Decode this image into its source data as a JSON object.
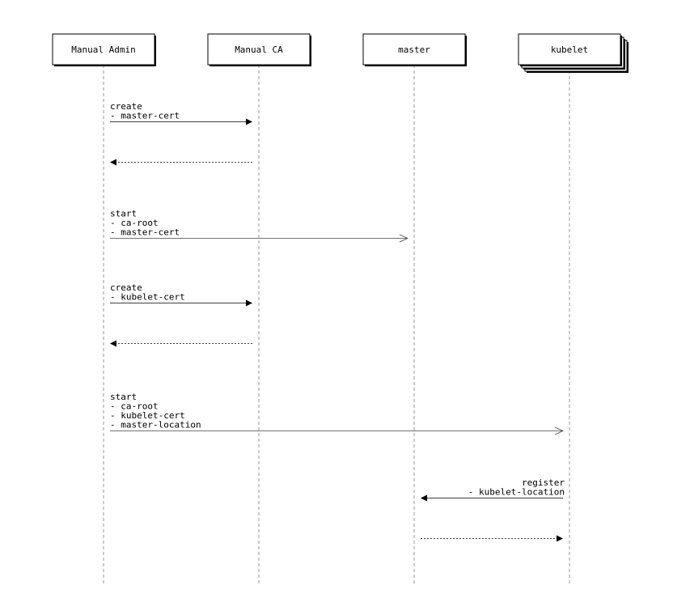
{
  "actors": [
    {
      "id": "admin",
      "label": "Manual Admin",
      "stacked": false
    },
    {
      "id": "ca",
      "label": "Manual CA",
      "stacked": false
    },
    {
      "id": "master",
      "label": "master",
      "stacked": false
    },
    {
      "id": "kubelet",
      "label": "kubelet",
      "stacked": true
    }
  ],
  "messages": [
    {
      "from": "admin",
      "to": "ca",
      "style": "sync",
      "lines": [
        "create",
        "- master-cert"
      ]
    },
    {
      "from": "ca",
      "to": "admin",
      "style": "return",
      "lines": []
    },
    {
      "from": "admin",
      "to": "master",
      "style": "async",
      "lines": [
        "start",
        "- ca-root",
        "- master-cert"
      ]
    },
    {
      "from": "admin",
      "to": "ca",
      "style": "sync",
      "lines": [
        "create",
        "- kubelet-cert"
      ]
    },
    {
      "from": "ca",
      "to": "admin",
      "style": "return",
      "lines": []
    },
    {
      "from": "admin",
      "to": "kubelet",
      "style": "async",
      "lines": [
        "start",
        "- ca-root",
        "- kubelet-cert",
        "- master-location"
      ]
    },
    {
      "from": "kubelet",
      "to": "master",
      "style": "sync",
      "lines": [
        "register",
        "- kubelet-location"
      ]
    },
    {
      "from": "master",
      "to": "kubelet",
      "style": "return",
      "lines": []
    }
  ]
}
